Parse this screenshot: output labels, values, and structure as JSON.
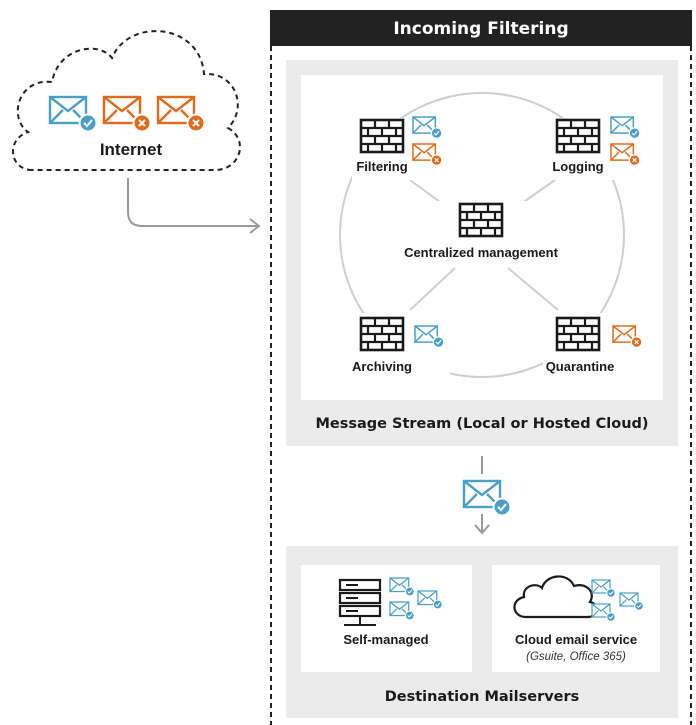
{
  "internet": {
    "label": "Internet"
  },
  "filtering_panel": {
    "title": "Incoming Filtering"
  },
  "stream": {
    "caption": "Message Stream (Local or Hosted Cloud)",
    "center_label": "Centralized management",
    "nodes": {
      "filtering": "Filtering",
      "logging": "Logging",
      "archiving": "Archiving",
      "quarantine": "Quarantine"
    }
  },
  "destination": {
    "caption": "Destination Mailservers",
    "self_managed": "Self-managed",
    "cloud_title": "Cloud email service",
    "cloud_sub": "(Gsuite, Office 365)"
  },
  "colors": {
    "ok": "#4a9fc8",
    "bad": "#e06a1b",
    "header_bg": "#222222",
    "panel_bg": "#ebebeb"
  },
  "icons": [
    "cloud-icon",
    "envelope-icon",
    "check-icon",
    "x-icon",
    "firewall-icon",
    "server-icon",
    "arrow-icon"
  ]
}
